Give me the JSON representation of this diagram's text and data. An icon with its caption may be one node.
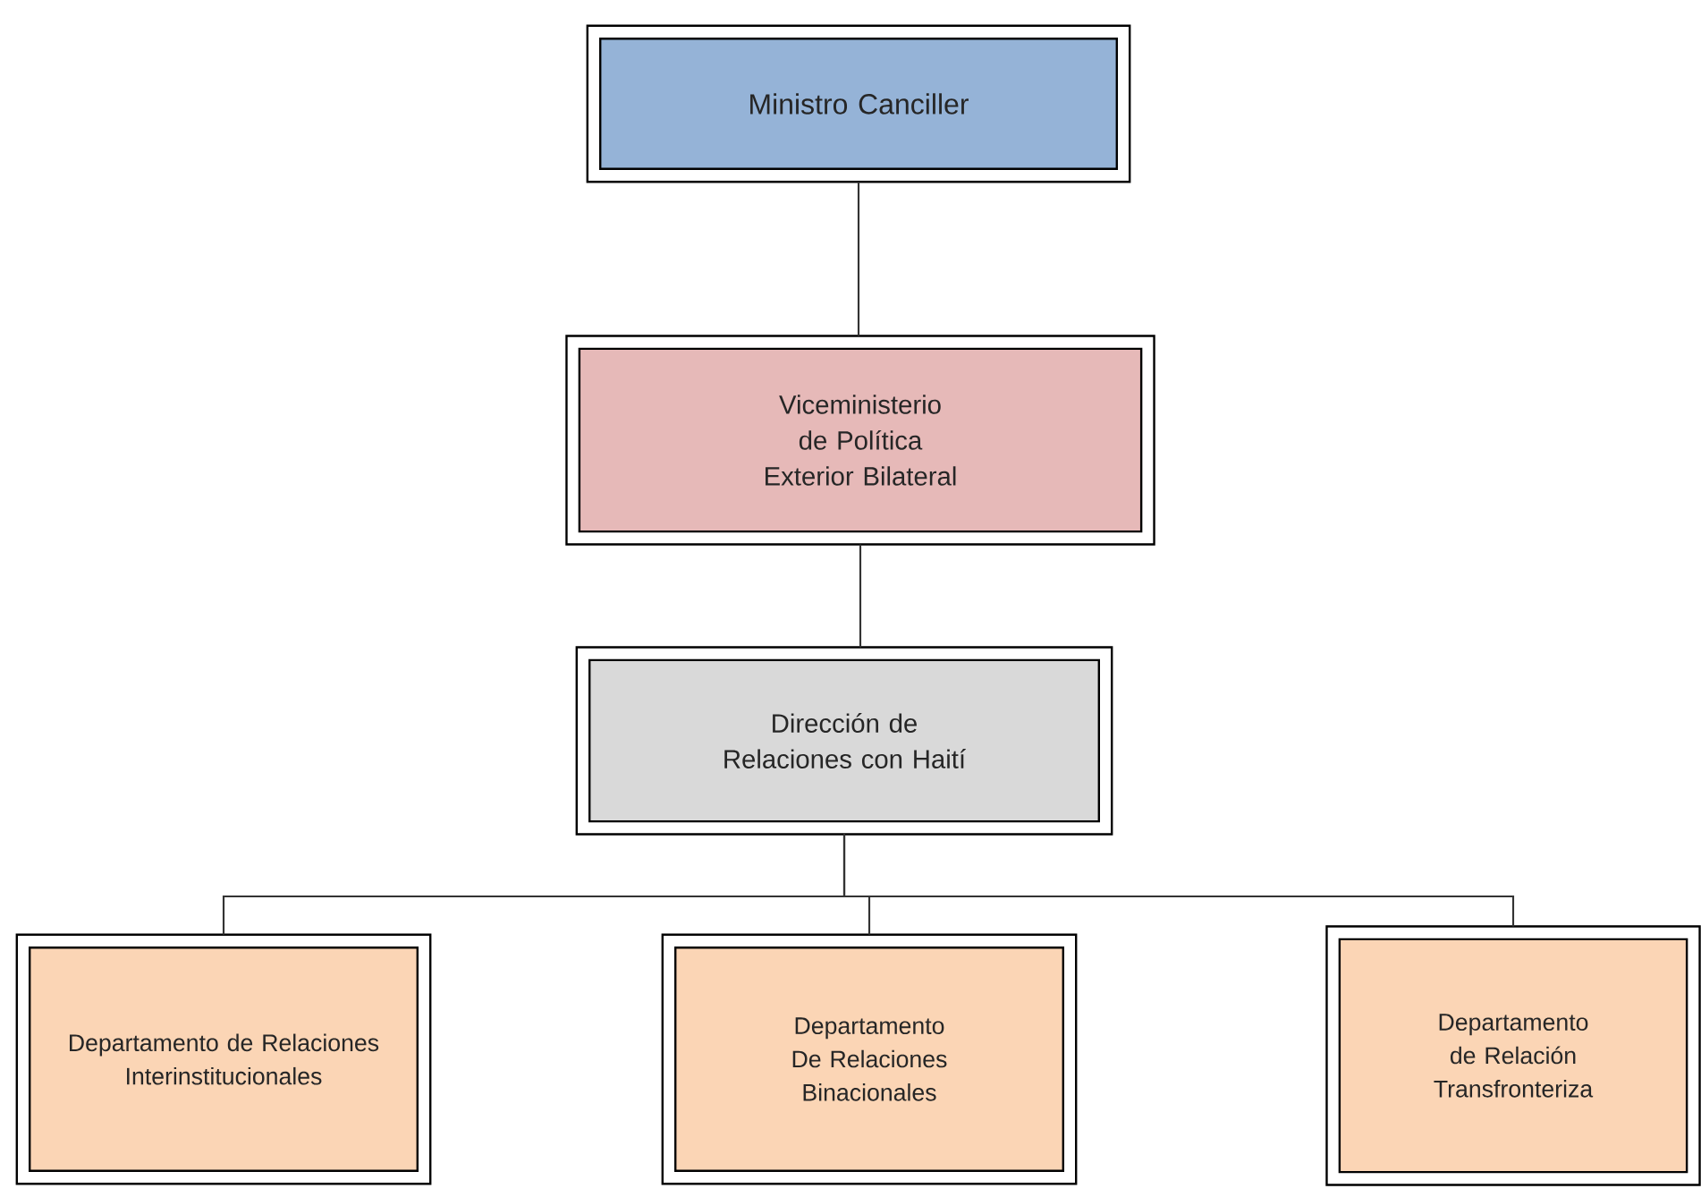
{
  "diagram": {
    "nodes": [
      {
        "text": [
          "Ministro Canciller"
        ]
      },
      {
        "text": [
          "Viceministerio de Política Exterior Bilateral"
        ]
      },
      {
        "text": [
          "Dirección de Relaciones con Haití"
        ]
      },
      {
        "text": [
          "Departamento de Relaciones Interinstitucionales"
        ]
      },
      {
        "text": [
          "Departamento De Relaciones Binacionales"
        ]
      },
      {
        "text": [
          "Departamento de Relación Transfronteriza"
        ]
      }
    ],
    "edges": [
      {
        "from": 0,
        "to": 1,
        "arrow": "none"
      },
      {
        "from": 1,
        "to": 2,
        "arrow": "none"
      },
      {
        "from": 2,
        "to": 3,
        "arrow": "none"
      },
      {
        "from": 2,
        "to": 4,
        "arrow": "none"
      },
      {
        "from": 2,
        "to": 5,
        "arrow": "none"
      }
    ]
  }
}
